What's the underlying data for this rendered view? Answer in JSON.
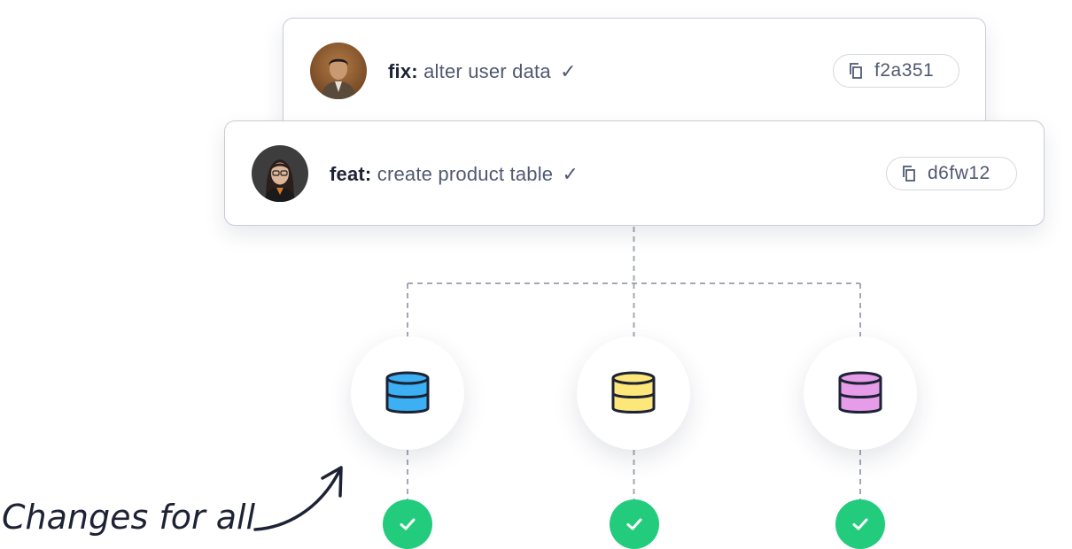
{
  "commits": [
    {
      "type": "fix:",
      "message": "alter user data",
      "status": "✓",
      "hash": "f2a351",
      "avatar": "man-avatar"
    },
    {
      "type": "feat:",
      "message": "create product table",
      "status": "✓",
      "hash": "d6fw12",
      "avatar": "woman-avatar"
    }
  ],
  "databases": [
    {
      "icon": "database-icon",
      "color": "#3cb0f2"
    },
    {
      "icon": "database-icon",
      "color": "#fde77a"
    },
    {
      "icon": "database-icon",
      "color": "#e69ce8"
    }
  ],
  "status_color": "#22cc7c",
  "annotation": "Changes for all"
}
